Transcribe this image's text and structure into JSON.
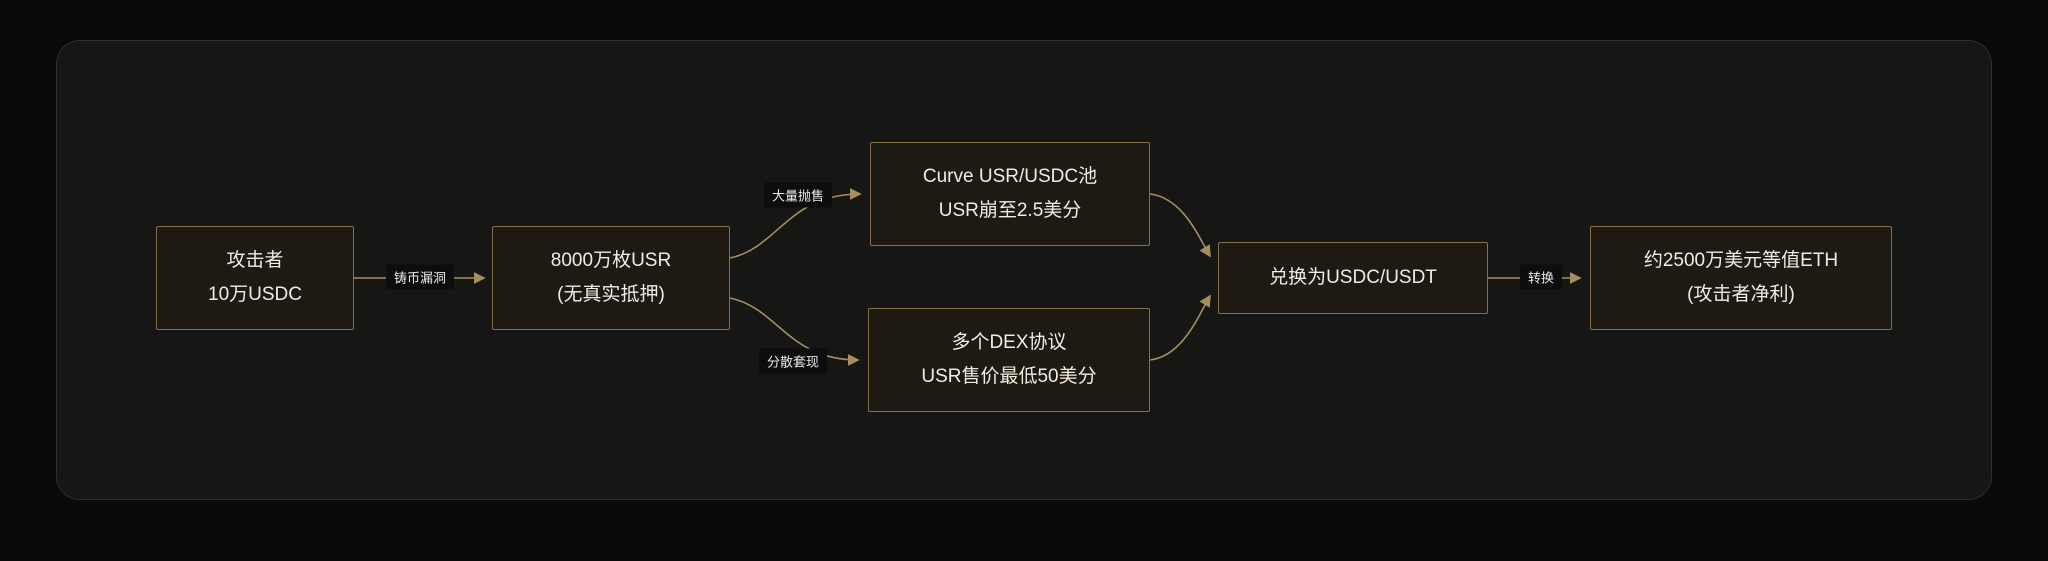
{
  "diagram": {
    "title_hidden": "",
    "nodes": [
      {
        "id": "attacker",
        "line1": "攻击者",
        "line2": "10万USDC"
      },
      {
        "id": "minted-usr",
        "line1": "8000万枚USR",
        "line2": "(无真实抵押)"
      },
      {
        "id": "curve-pool",
        "line1": "Curve USR/USDC池",
        "line2": "USR崩至2.5美分"
      },
      {
        "id": "dex-protocols",
        "line1": "多个DEX协议",
        "line2": "USR售价最低50美分"
      },
      {
        "id": "swap-stable",
        "line1": "兑换为USDC/USDT"
      },
      {
        "id": "eth-profit",
        "line1": "约2500万美元等值ETH",
        "line2": "(攻击者净利)"
      }
    ],
    "edge_labels": {
      "mint_exploit": "铸币漏洞",
      "mass_dump": "大量抛售",
      "dispersed_cashout": "分散套现",
      "convert": "转换"
    },
    "colors": {
      "page_background": "#0a0a0a",
      "panel_background": "#161614",
      "panel_border": "#2e2e2c",
      "node_background": "#1e1a13",
      "node_border": "#86704a",
      "node_text": "#f2ecdf",
      "edge_line": "#a58e5e",
      "edge_label_background": "#0d0d0d",
      "edge_label_text": "#e9e9e9"
    }
  }
}
